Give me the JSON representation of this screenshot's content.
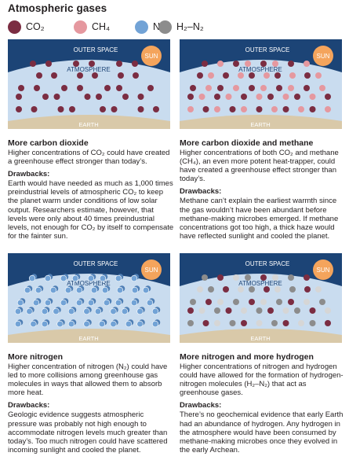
{
  "title": "Atmospheric gases",
  "legend": [
    {
      "label": "CO₂",
      "color": "#7b2d42"
    },
    {
      "label": "CH₄",
      "color": "#e5989f"
    },
    {
      "label": "N₂",
      "color": "#72a3d6"
    },
    {
      "label": "H₂–N₂",
      "color": "#8c8c8c"
    }
  ],
  "panel_labels": {
    "outer_space": "OUTER SPACE",
    "sun": "SUN",
    "atmosphere": "ATMOSPHERE",
    "earth": "EARTH"
  },
  "colors": {
    "space": "#1c4476",
    "atmosphere": "#c9dcef",
    "earth": "#d9c9a9",
    "sun": "#f4a45c",
    "n2_dark": "#4f7fb5",
    "h2": "#d6d6d6"
  },
  "scenarios": [
    {
      "title": "More carbon dioxide",
      "body": "Higher concentrations of CO₂ could have created a greenhouse effect stronger than today’s.",
      "drawbacks_label": "Drawbacks:",
      "drawbacks": "Earth would have needed as much as 1,000 times preindustrial levels of atmospheric CO₂ to keep the planet warm under conditions of low solar output. Researchers estimate, however, that levels were only about 40 times preindustrial levels, not enough for CO₂ by itself to compensate for the fainter sun.",
      "molecules": "co2"
    },
    {
      "title": "More carbon dioxide and methane",
      "body": "Higher concentrations of both CO₂ and methane (CH₄), an even more potent heat-trapper, could have created a greenhouse effect stronger than today’s.",
      "drawbacks_label": "Drawbacks:",
      "drawbacks": "Methane can’t explain the earliest warmth since the gas wouldn’t have been abundant before methane-making microbes emerged. If methane concentrations got too high, a thick haze would have reflected sunlight and cooled the planet.",
      "molecules": "co2_ch4"
    },
    {
      "title": "More nitrogen",
      "body": "Higher concentration of nitrogen (N₂) could have led to more collisions among greenhouse gas molecules in ways that allowed them to absorb more heat.",
      "drawbacks_label": "Drawbacks:",
      "drawbacks": "Geologic evidence suggests atmospheric pressure was probably not high enough to accommodate nitrogen levels much greater than today’s. Too much nitrogen could have scattered incoming sunlight and cooled the planet.",
      "molecules": "n2"
    },
    {
      "title": "More nitrogen and more hydrogen",
      "body": "Higher concentrations of nitrogen and hydrogen could have allowed for the formation of hydrogen-nitrogen molecules (H₂–N₂) that act as greenhouse gases.",
      "drawbacks_label": "Drawbacks:",
      "drawbacks": "There’s no geochemical evidence that early Earth had an abundance of hydrogen. Any hydrogen in the atmosphere would have been consumed by methane-making microbes once they evolved in the early Archean.",
      "molecules": "n2_h2"
    }
  ]
}
